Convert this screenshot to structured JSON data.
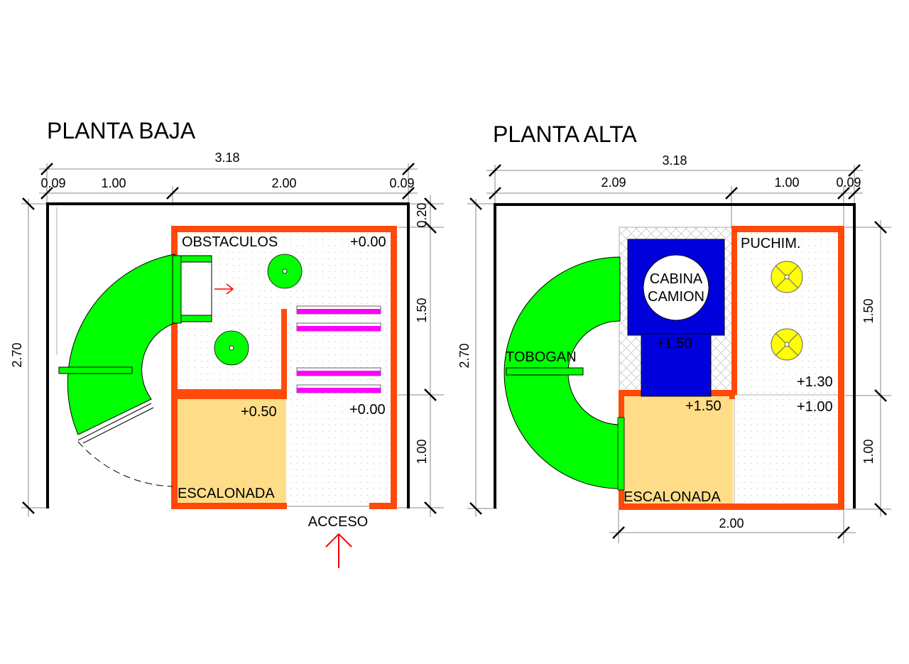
{
  "colors": {
    "wall": "#ff4a0a",
    "slide": "#00ff00",
    "tile": "#ffdd88",
    "truck": "#0000dd",
    "wheel": "#ffff00",
    "bar": "#ff00ff",
    "arrow": "#ff0000",
    "outline": "#000000"
  },
  "planta_baja": {
    "title": "PLANTA BAJA",
    "dims": {
      "total_width": "3.18",
      "left_gap": "0.09",
      "left_part": "1.00",
      "right_part": "2.00",
      "right_gap": "0.09",
      "height_total": "2.70",
      "top_gap": "0.20",
      "upper": "1.50",
      "lower": "1.00"
    },
    "rooms": {
      "obstacles": "OBSTACULOS",
      "obstacles_level": "+0.00",
      "stepped": "ESCALONADA",
      "stepped_level": "+0.50",
      "lower_right_level": "+0.00"
    },
    "access": "ACCESO"
  },
  "planta_alta": {
    "title": "PLANTA ALTA",
    "dims": {
      "total_width": "3.18",
      "left_part": "2.09",
      "right_part": "1.00",
      "right_gap": "0.09",
      "height_total": "2.70",
      "upper": "1.50",
      "lower": "1.00",
      "bottom_width": "2.00"
    },
    "rooms": {
      "cabin_line1": "CABINA",
      "cabin_line2": "CAMION",
      "truck_level": "+1.50",
      "puchim": "PUCHIM.",
      "puchim_level": "+1.30",
      "slide": "TOBOGAN",
      "stepped": "ESCALONADA",
      "stepped_level": "+1.50",
      "lower_right_level": "+1.00"
    }
  }
}
